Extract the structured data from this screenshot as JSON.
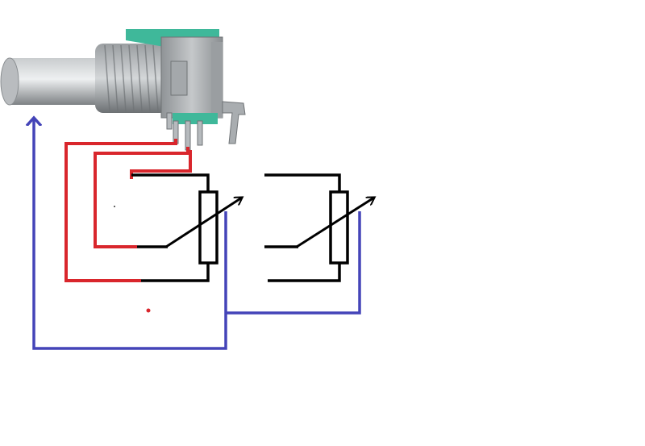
{
  "colors": {
    "background": "#ffffff",
    "wire_red": "#d9262c",
    "wire_blue": "#4444b8",
    "wire_black": "#000000",
    "component_green": "#3fb89a",
    "metal": "#a9adb0"
  },
  "components": [
    {
      "name": "potentiometer-photo",
      "icon": "rotary-potentiometer-icon"
    },
    {
      "name": "variable-resistor-1",
      "icon": "variable-resistor-icon"
    },
    {
      "name": "variable-resistor-2",
      "icon": "variable-resistor-icon"
    }
  ]
}
